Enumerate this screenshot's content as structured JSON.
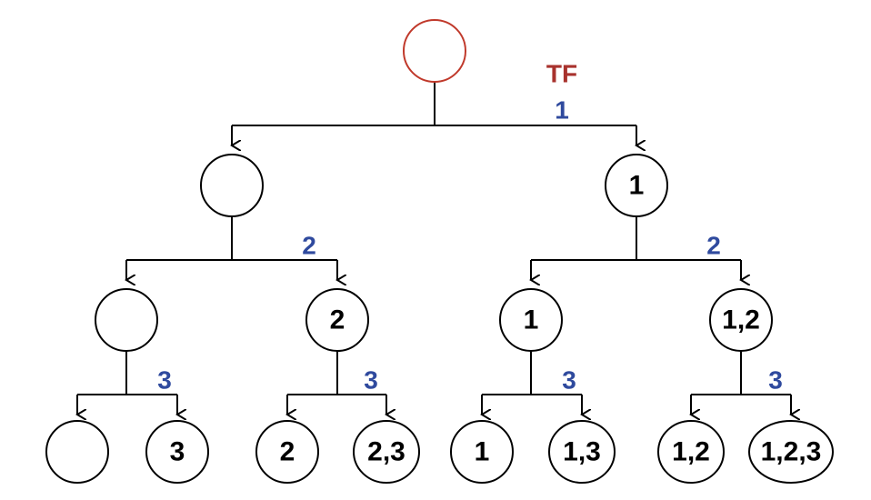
{
  "colors": {
    "root_stroke": "#c0392b",
    "tf_label": "#a8322d",
    "level_label": "#2f4a9e",
    "node_stroke": "#000000"
  },
  "tree": {
    "tf_label": "TF",
    "level_labels": {
      "l1": "1",
      "l2_left": "2",
      "l2_right": "2",
      "l3_a": "3",
      "l3_b": "3",
      "l3_c": "3",
      "l3_d": "3"
    },
    "nodes": {
      "root": "",
      "n_l": "",
      "n_r": "1",
      "n_ll": "",
      "n_lr": "2",
      "n_rl": "1",
      "n_rr": "1,2",
      "leaf_1": "",
      "leaf_2": "3",
      "leaf_3": "2",
      "leaf_4": "2,3",
      "leaf_5": "1",
      "leaf_6": "1,3",
      "leaf_7": "1,2",
      "leaf_8": "1,2,3"
    }
  }
}
